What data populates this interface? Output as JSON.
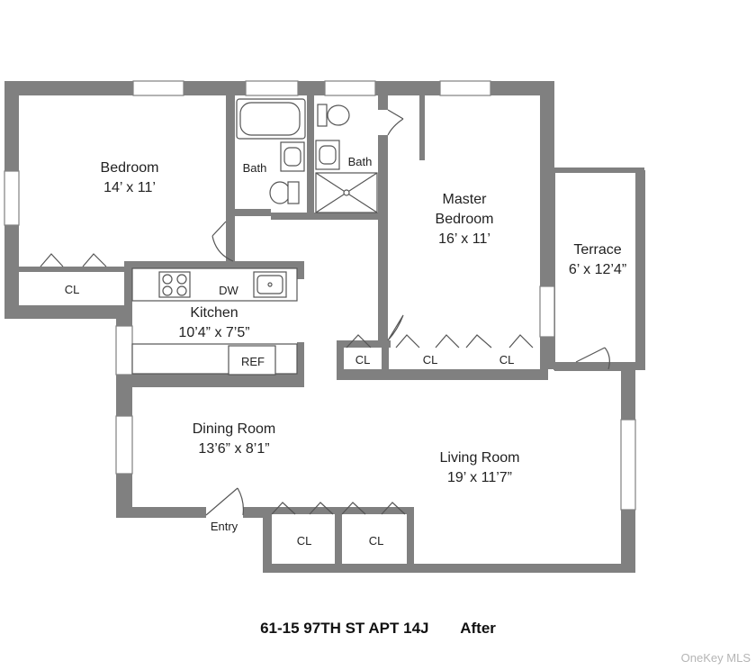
{
  "plan": {
    "rooms": {
      "bedroom": {
        "name": "Bedroom",
        "size": "14’ x 11’"
      },
      "bath1": {
        "name": "Bath"
      },
      "bath2": {
        "name": "Bath"
      },
      "master": {
        "name_line1": "Master",
        "name_line2": "Bedroom",
        "size": "16’ x 11’"
      },
      "terrace": {
        "name": "Terrace",
        "size": "6’ x 12’4”"
      },
      "kitchen": {
        "name": "Kitchen",
        "size": "10’4” x 7’5”"
      },
      "dining": {
        "name": "Dining Room",
        "size": "13’6” x 8’1”"
      },
      "living": {
        "name": "Living Room",
        "size": "19’ x 11’7”"
      }
    },
    "closets": [
      "CL",
      "CL",
      "CL",
      "CL",
      "CL",
      "CL"
    ],
    "fixtures": {
      "dishwasher": "DW",
      "refrigerator": "REF"
    },
    "entry": "Entry"
  },
  "caption": {
    "address": "61-15 97TH ST APT 14J",
    "status": "After"
  },
  "brand": "OneKey MLS"
}
